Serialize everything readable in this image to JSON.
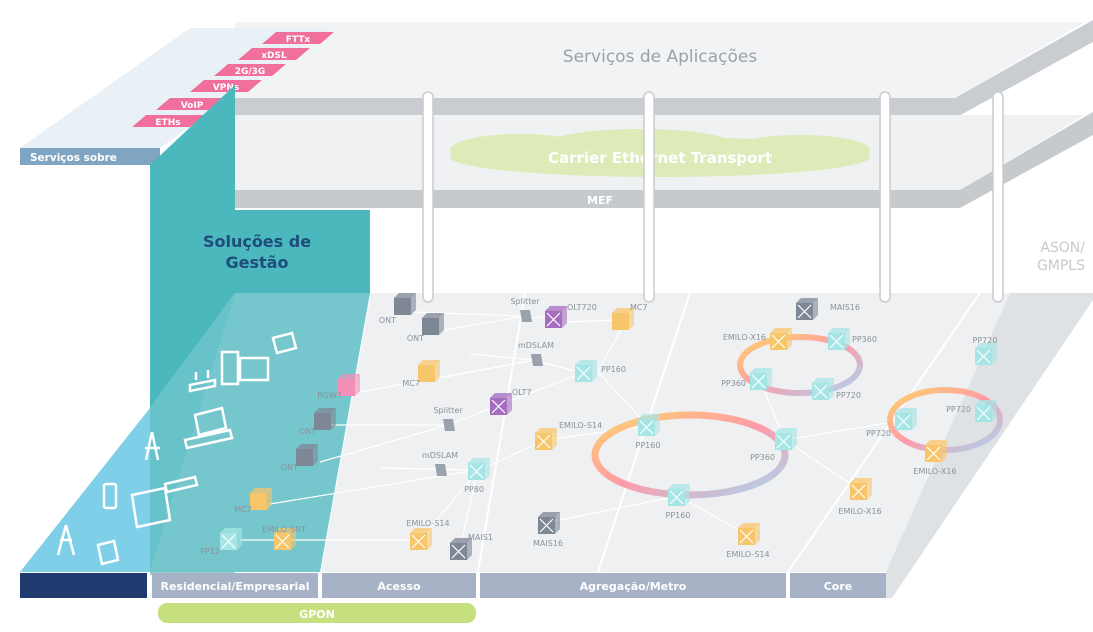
{
  "top_services": {
    "app_services_label": "Serviços de Aplicações",
    "carrier_label": "Carrier Ethernet Transport",
    "mef_label": "MEF",
    "ason_line1": "ASON/",
    "ason_line2": "GMPLS"
  },
  "services_panel": {
    "title": "Serviços sobre",
    "items": [
      "FTTx",
      "xDSL",
      "2G/3G",
      "VPNs",
      "VoIP",
      "ETHs"
    ]
  },
  "management": {
    "line1": "Soluções de",
    "line2": "Gestão"
  },
  "segments": {
    "residencial": "Residencial/Empresarial",
    "acesso": "Acesso",
    "agregacao": "Agregação/Metro",
    "core": "Core",
    "gpon": "GPON"
  },
  "devices": [
    "ONT",
    "ONT",
    "RGW7",
    "MC7",
    "ONT",
    "ONT",
    "MC7",
    "PP12",
    "EMILO-SNT",
    "Splitter",
    "OLT720",
    "MC7",
    "mDSLAM",
    "PP160",
    "Splitter",
    "OLT7",
    "EMILO-S14",
    "mDSLAM",
    "PP80",
    "EMILO-S14",
    "MAIS1",
    "MAIS16",
    "PP160",
    "PP360",
    "PP160",
    "EMILO-S14",
    "MAIS16",
    "EMILO-X16",
    "PP360",
    "PP360",
    "PP720",
    "PP720",
    "PP720",
    "PP720",
    "EMILO-X16",
    "EMILO-X16"
  ],
  "colors": {
    "teal": "#4bb8be",
    "light_blue": "#6cc7e6",
    "navy": "#1f3a6e",
    "band_grey": "#a7b2c6",
    "pink": "#f06f9c",
    "gpon_green": "#c7e07f",
    "cloud": "#dcebb8"
  }
}
